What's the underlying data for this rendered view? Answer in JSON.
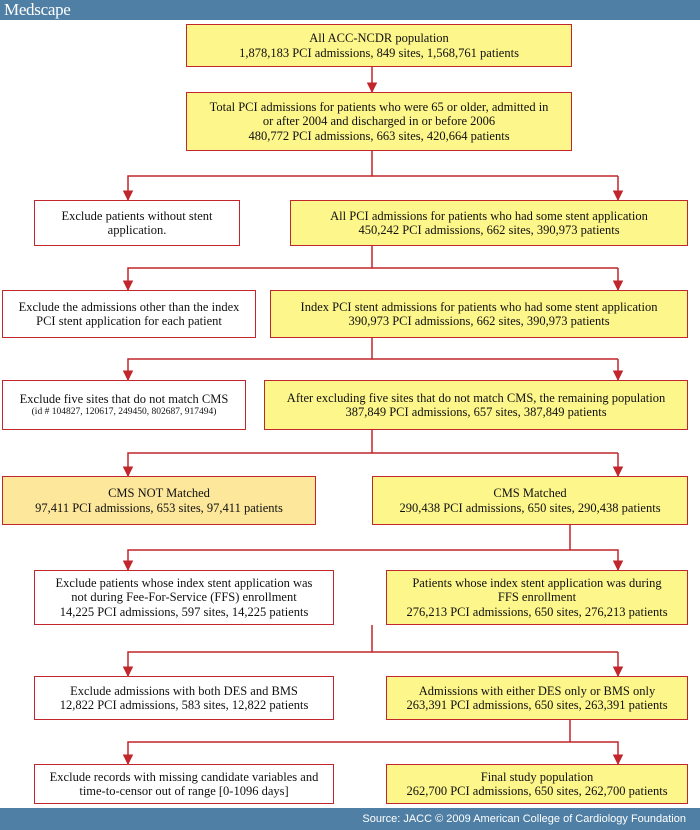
{
  "header": {
    "brand": "Medscape"
  },
  "footer": {
    "source": "Source: JACC © 2009 American College of Cardiology Foundation"
  },
  "colors": {
    "bar": "#4f7fa4",
    "box_fill": "#fdf68b",
    "box_fill_nonmatch": "#fde79a",
    "border": "#c0262c",
    "arrow": "#c0262c"
  },
  "boxes": {
    "all_population": {
      "lines": [
        "All ACC-NCDR population",
        "1,878,183 PCI admissions, 849 sites, 1,568,761 patients"
      ]
    },
    "age_filter": {
      "lines": [
        "Total PCI admissions for patients who were 65 or older, admitted in",
        "or after 2004 and discharged in or before 2006",
        "480,772 PCI admissions, 663 sites, 420,664 patients"
      ]
    },
    "exclude_no_stent": {
      "lines": [
        "Exclude patients without stent",
        "application."
      ]
    },
    "stent_application": {
      "lines": [
        "All PCI admissions for patients who had some stent application",
        "450,242 PCI admissions, 662 sites, 390,973 patients"
      ]
    },
    "exclude_non_index": {
      "lines": [
        "Exclude the admissions other than the index",
        "PCI stent application for each patient"
      ]
    },
    "index_stent": {
      "lines": [
        "Index PCI stent admissions for patients who had some stent application",
        "390,973 PCI admissions, 662 sites, 390,973 patients"
      ]
    },
    "exclude_five_sites": {
      "lines": [
        "Exclude five sites that do not match CMS",
        "(id # 104827, 120617, 249450, 802687, 917494)"
      ]
    },
    "after_exclusion": {
      "lines": [
        "After excluding five sites that do not match CMS, the remaining population",
        "387,849 PCI admissions, 657 sites, 387,849 patients"
      ]
    },
    "cms_not_matched": {
      "lines": [
        "CMS NOT Matched",
        "97,411 PCI admissions, 653 sites, 97,411 patients"
      ]
    },
    "cms_matched": {
      "lines": [
        "CMS Matched",
        "290,438 PCI admissions, 650 sites, 290,438 patients"
      ]
    },
    "exclude_non_ffs": {
      "lines": [
        "Exclude patients whose index stent application was",
        "not during Fee-For-Service (FFS) enrollment",
        "14,225 PCI admissions, 597 sites, 14,225 patients"
      ]
    },
    "ffs_enrollment": {
      "lines": [
        "Patients whose index stent application was during",
        "FFS enrollment",
        "276,213 PCI admissions, 650 sites, 276,213 patients"
      ]
    },
    "exclude_des_bms": {
      "lines": [
        "Exclude admissions with both DES and BMS",
        "12,822 PCI admissions, 583 sites, 12,822 patients"
      ]
    },
    "des_or_bms_only": {
      "lines": [
        "Admissions with either DES only or BMS only",
        "263,391 PCI admissions, 650 sites, 263,391 patients"
      ]
    },
    "exclude_missing": {
      "lines": [
        "Exclude records with missing candidate variables and",
        "time-to-censor out of range [0-1096 days]"
      ]
    },
    "final_population": {
      "lines": [
        "Final study population",
        "262,700 PCI admissions, 650 sites, 262,700 patients"
      ]
    }
  }
}
